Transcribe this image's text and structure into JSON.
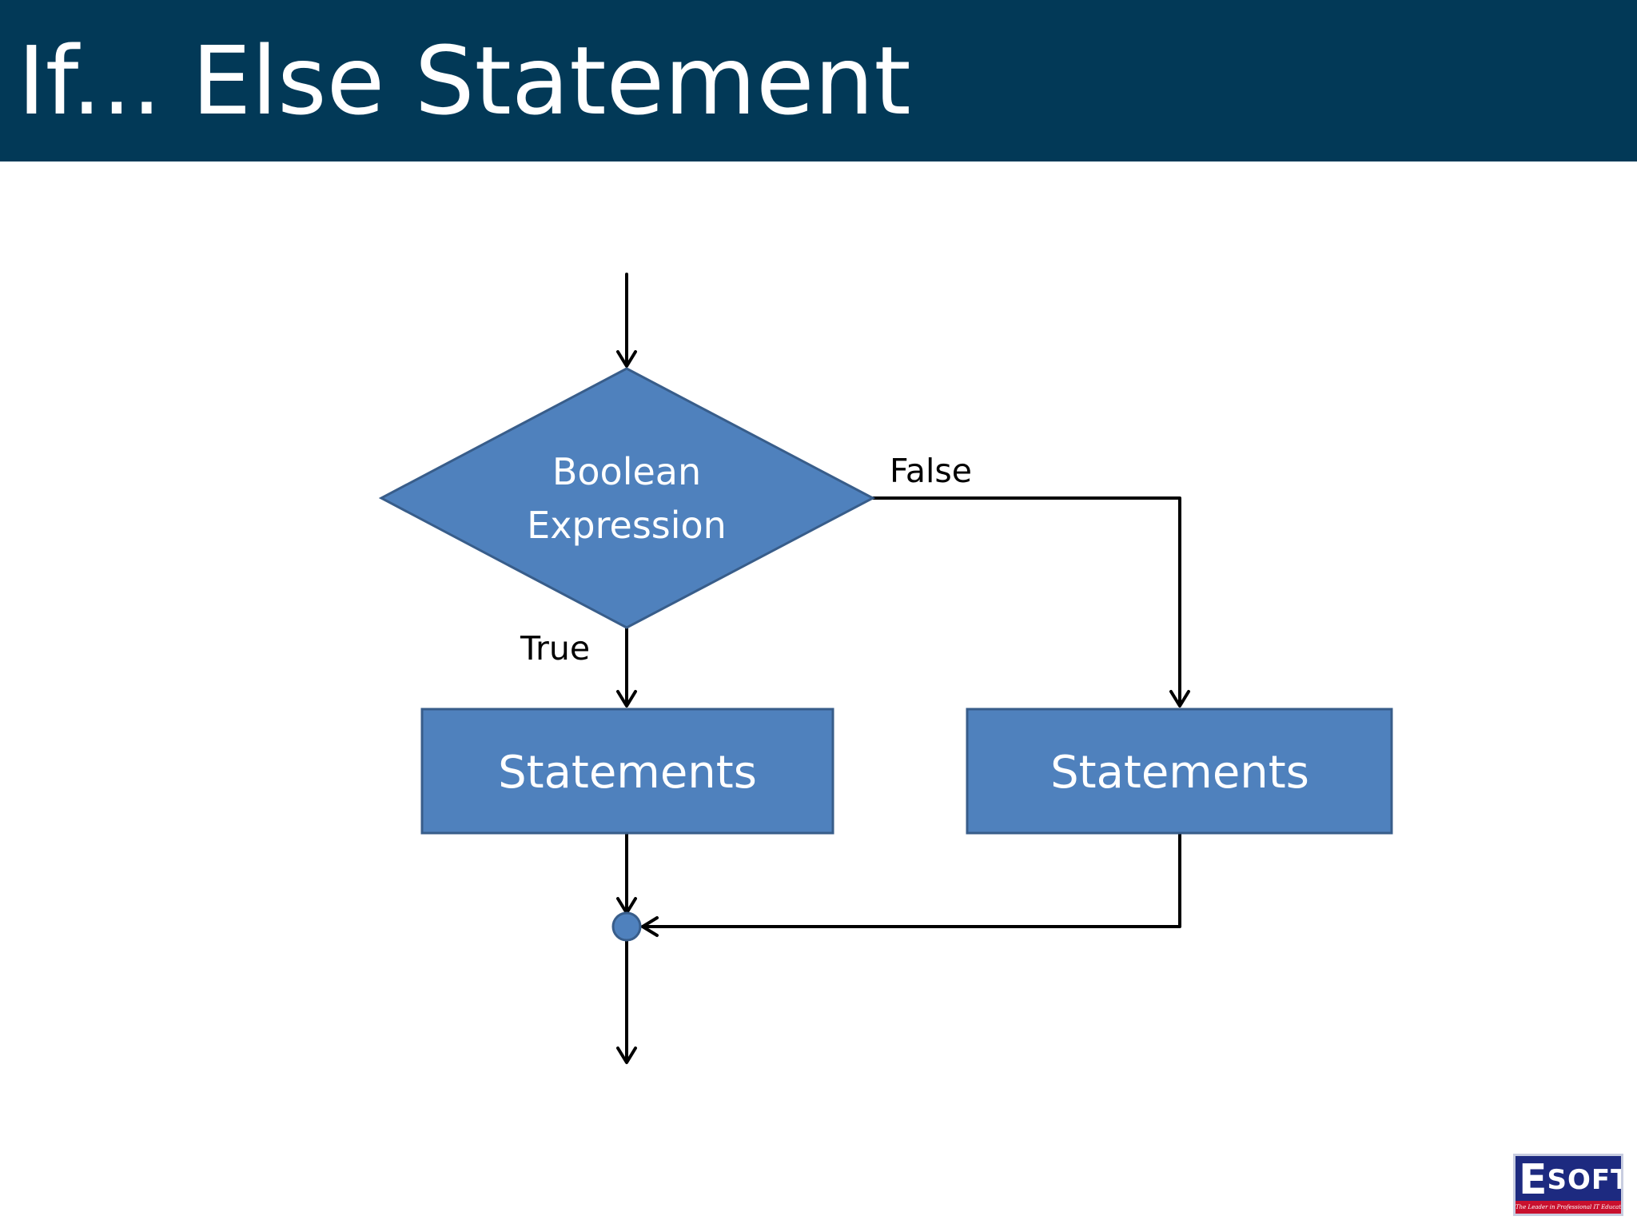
{
  "slide": {
    "title": "If... Else Statement"
  },
  "diagram": {
    "decision": {
      "line1": "Boolean",
      "line2": "Expression"
    },
    "true_branch": {
      "label": "True",
      "statements": "Statements"
    },
    "false_branch": {
      "label": "False",
      "statements": "Statements"
    },
    "colors": {
      "node_fill": "#4f81bd",
      "node_stroke": "#385d8a",
      "arrow": "#000000",
      "title_bar": "#023957"
    }
  },
  "logo": {
    "initial": "E",
    "rest": "SOFT",
    "tagline": "The Leader in Professional IT Education"
  }
}
